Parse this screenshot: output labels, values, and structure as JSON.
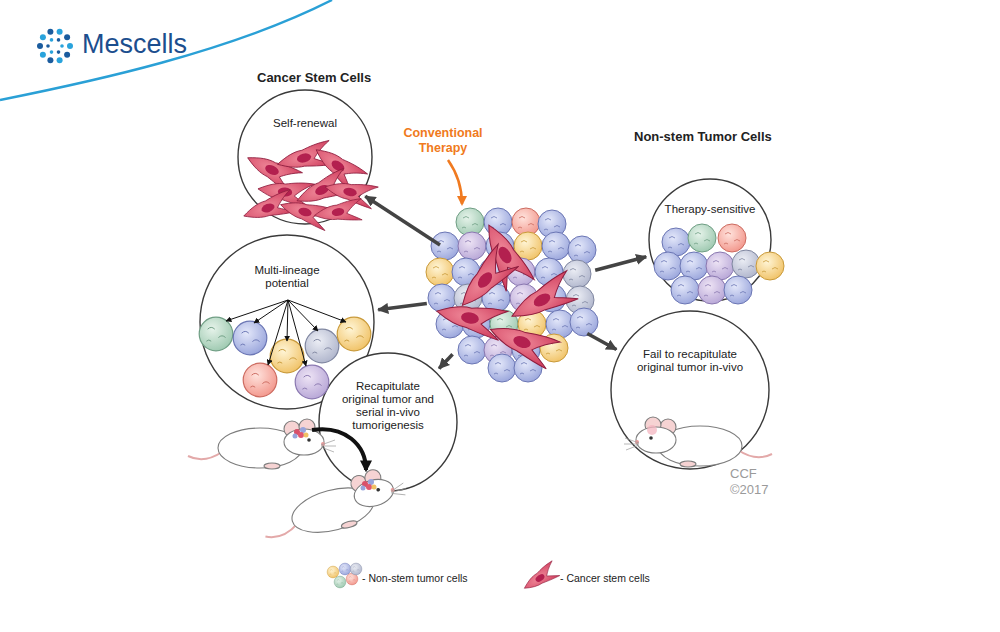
{
  "diagram": {
    "nodes": [
      {
        "text": [
          "Self-renewal"
        ]
      },
      {
        "text": [
          "Multi-lineage potential"
        ]
      },
      {
        "text": [
          "Recapitulate original tumor and serial in-vivo tumorigenesis"
        ]
      },
      {
        "text": []
      },
      {
        "text": [
          "Therapy-sensitive"
        ]
      },
      {
        "text": [
          "Fail to recapitulate original tumor in-vivo"
        ]
      }
    ],
    "edges": [
      {
        "from": 3,
        "to": 0,
        "arrow": "to"
      },
      {
        "from": 3,
        "to": 1,
        "arrow": "to"
      },
      {
        "from": 3,
        "to": 2,
        "arrow": "to"
      },
      {
        "from": 3,
        "to": 4,
        "arrow": "to"
      },
      {
        "from": 3,
        "to": 5,
        "arrow": "to"
      }
    ],
    "labels": [
      "Mescells",
      "Cancer Stem Cells",
      "Conventional Therapy",
      "Non-stem Tumor Cells",
      "CCF ©2017"
    ],
    "legend": [
      {
        "text": "- Non-stem tumor cells"
      },
      {
        "text": "- Cancer stem cells"
      }
    ]
  }
}
